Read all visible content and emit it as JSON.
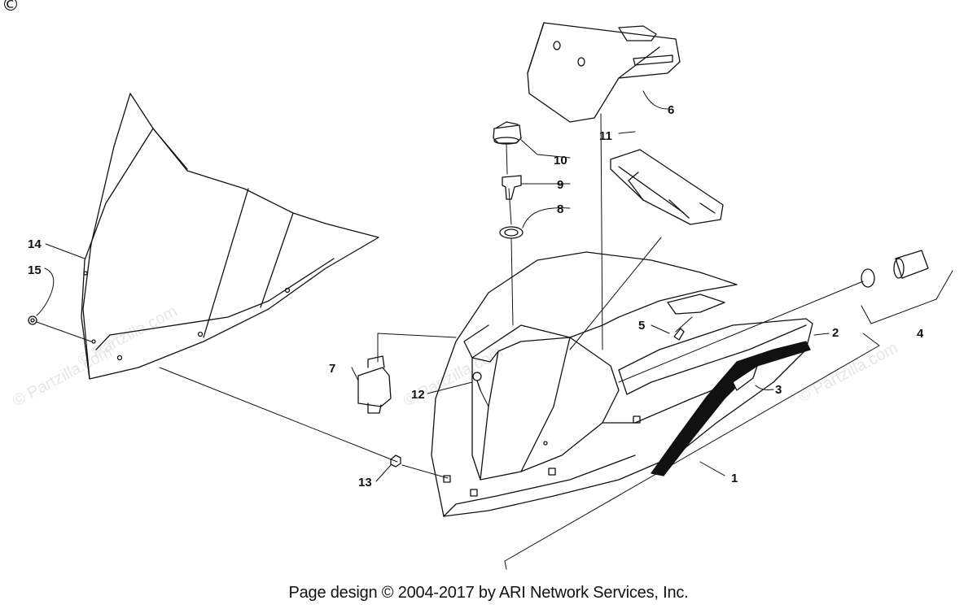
{
  "footer_text": "Page design © 2004-2017 by ARI Network Services, Inc.",
  "copyright_glyph": "©",
  "watermark_text": "© Partzilla.com",
  "callouts": [
    {
      "id": "1",
      "label": "1"
    },
    {
      "id": "2",
      "label": "2"
    },
    {
      "id": "3",
      "label": "3"
    },
    {
      "id": "4",
      "label": "4"
    },
    {
      "id": "5",
      "label": "5"
    },
    {
      "id": "6",
      "label": "6"
    },
    {
      "id": "7",
      "label": "7"
    },
    {
      "id": "8",
      "label": "8"
    },
    {
      "id": "9",
      "label": "9"
    },
    {
      "id": "10",
      "label": "10"
    },
    {
      "id": "11",
      "label": "11"
    },
    {
      "id": "12",
      "label": "12"
    },
    {
      "id": "13",
      "label": "13"
    },
    {
      "id": "14",
      "label": "14"
    },
    {
      "id": "15",
      "label": "15"
    }
  ],
  "colors": {
    "ink": "#111111",
    "watermark": "#e6e6e6",
    "background": "#ffffff"
  }
}
